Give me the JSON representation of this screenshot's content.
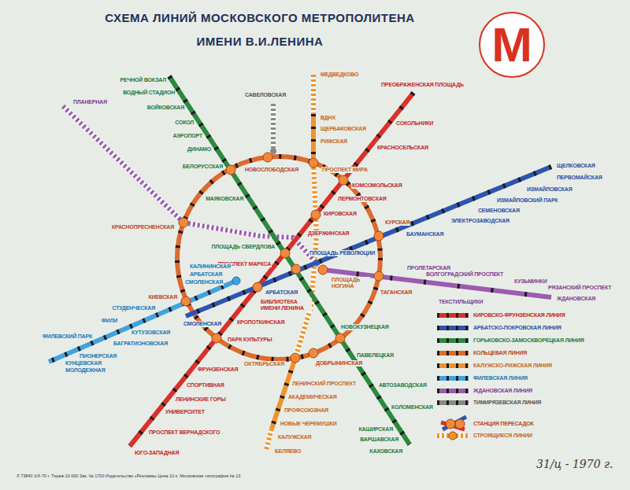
{
  "diagram": {
    "title": "СХЕМА ЛИНИЙ МОСКОВСКОГО МЕТРОПОЛИТЕНА ИМЕНИ В.И.ЛЕНИНА",
    "nodes": [
      {
        "text": [
          "М"
        ]
      }
    ],
    "labels": [
      "РЕЧНОЙ ВОКЗАЛ",
      "ВОДНЫЙ СТАДИОН",
      "ВОЙКОВСКАЯ",
      "СОКОЛ",
      "АЭРОПОРТ",
      "ДИНАМО",
      "БЕЛОРУССКАЯ",
      "МАЯКОВСКАЯ",
      "ПЛОЩАДЬ СВЕРДЛОВА",
      "НОВОКУЗНЕЦКАЯ",
      "ПАВЕЛЕЦКАЯ",
      "АВТОЗАВОДСКАЯ",
      "КОЛОМЕНСКАЯ",
      "КАШИРСКАЯ",
      "ВАРШАВСКАЯ",
      "КАХОВСКАЯ",
      "ПРЕОБРАЖЕНСКАЯ ПЛОЩАДЬ",
      "СОКОЛЬНИКИ",
      "КРАСНОСЕЛЬСКАЯ",
      "КОМСОМОЛЬСКАЯ",
      "ЛЕРМОНТОВСКАЯ",
      "КИРОВСКАЯ",
      "ДЗЕРЖИНСКАЯ",
      "ПРОСПЕКТ МАРКСА",
      "БИБЛИОТЕКА ИМЕНИ ЛЕНИНА",
      "КРОПОТКИНСКАЯ",
      "ПАРК КУЛЬТУРЫ",
      "ФРУНЗЕНСКАЯ",
      "СПОРТИВНАЯ",
      "ЛЕНИНСКИЕ ГОРЫ",
      "УНИВЕРСИТЕТ",
      "ПРОСПЕКТ ВЕРНАДСКОГО",
      "ЮГО-ЗАПАДНАЯ",
      "МЕДВЕДКОВО",
      "ВДНХ",
      "ЩЕРБАКОВСКАЯ",
      "РИЖСКАЯ",
      "ПРОСПЕКТ МИРА",
      "ПЛОЩАДЬ НОГИНА",
      "ОКТЯБРЬСКАЯ",
      "ЛЕНИНСКИЙ ПРОСПЕКТ",
      "АКАДЕМИЧЕСКАЯ",
      "ПРОФСОЮЗНАЯ",
      "НОВЫЕ ЧЕРЕМУШКИ",
      "КАЛУЖСКАЯ",
      "БЕЛЯЕВО",
      "НОВОСЛОБОДСКАЯ",
      "КРАСНОПРЕСНЕНСКАЯ",
      "КИЕВСКАЯ",
      "ДОБРЫНИНСКАЯ",
      "ТАГАНСКАЯ",
      "КУРСКАЯ",
      "ЩЕЛКОВСКАЯ",
      "ПЕРВОМАЙСКАЯ",
      "ИЗМАЙЛОВСКАЯ",
      "ИЗМАЙЛОВСКИЙ ПАРК",
      "СЕМЕНОВСКАЯ",
      "ЭЛЕКТРОЗАВОДСКАЯ",
      "БАУМАНСКАЯ",
      "ПЛОЩАДЬ РЕВОЛЮЦИИ",
      "АРБАТСКАЯ",
      "СМОЛЕНСКАЯ",
      "КАЛИНИНСКАЯ",
      "АРБАТСКАЯ",
      "СМОЛЕНСКАЯ",
      "СТУДЕНЧЕСКАЯ",
      "ФИЛИ",
      "КУТУЗОВСКАЯ",
      "БАГРАТИОНОВСКАЯ",
      "ФИЛЕВСКИЙ ПАРК",
      "ПИОНЕРСКАЯ",
      "КУНЦЕВСКАЯ",
      "МОЛОДЕЖНАЯ",
      "ПЛАНЕРНАЯ",
      "ПРОЛЕТАРСКАЯ",
      "ВОЛГОГРАДСКИЙ ПРОСПЕКТ",
      "КУЗЬМИНКИ",
      "РЯЗАНСКИЙ ПРОСПЕКТ",
      "ЖДАНОВСКАЯ",
      "ТЕКСТИЛЬЩИКИ",
      "САВЕЛОВСКАЯ",
      "Л 73840 1/Х-70 г. Тираж 10 000 Зак. № 1700 Издательство «Реклама» Цена 10 к. Московская типография № 13",
      "31/ц - 1970 г."
    ],
    "legend": [
      {
        "text": "КИРОВСКО-ФРУНЗЕНСКАЯ ЛИНИЯ"
      },
      {
        "text": "АРБАТСКО-ПОКРОВСКАЯ ЛИНИЯ"
      },
      {
        "text": "ГОРЬКОВСКО-ЗАМОСКВОРЕЦКАЯ ЛИНИЯ"
      },
      {
        "text": "КОЛЬЦЕВАЯ ЛИНИЯ"
      },
      {
        "text": "КАЛУЖСКО-РИЖСКАЯ ЛИНИЯ"
      },
      {
        "text": "ФИЛЕВСКАЯ ЛИНИЯ"
      },
      {
        "text": "ЖДАНОВСКАЯ ЛИНИЯ"
      },
      {
        "text": "ТИМИРЯЗЕВСКАЯ ЛИНИЯ"
      },
      {
        "text": "СТАНЦИЯ ПЕРЕСАДОК"
      },
      {
        "text": "СТРОЯЩИЕСЯ ЛИНИИ"
      }
    ]
  }
}
